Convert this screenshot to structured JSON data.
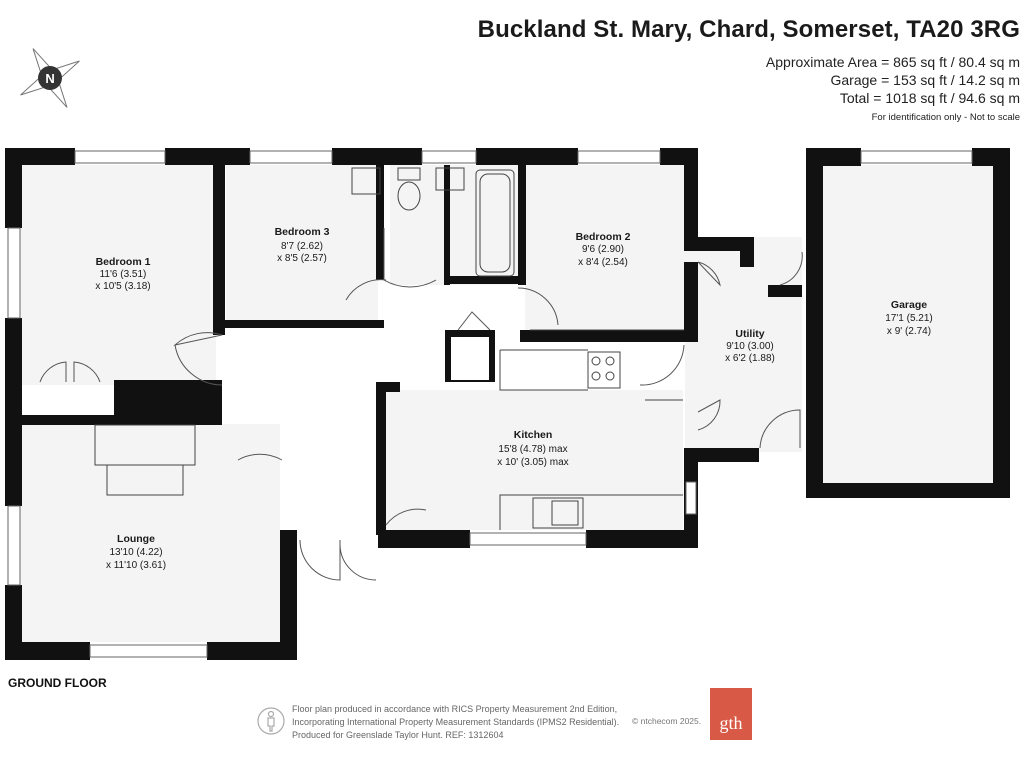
{
  "header": {
    "title": "Buckland St. Mary, Chard, Somerset, TA20 3RG",
    "approx_area": "Approximate Area = 865 sq ft / 80.4 sq m",
    "garage_area": "Garage = 153 sq ft / 14.2 sq m",
    "total_area": "Total = 1018 sq ft / 94.6 sq m",
    "disclaimer": "For identification only - Not to scale"
  },
  "compass": {
    "letter": "N"
  },
  "rooms": {
    "bedroom1": {
      "name": "Bedroom 1",
      "dim1": "11'6 (3.51)",
      "dim2": "x 10'5 (3.18)"
    },
    "bedroom3": {
      "name": "Bedroom 3",
      "dim1": "8'7 (2.62)",
      "dim2": "x 8'5 (2.57)"
    },
    "bedroom2": {
      "name": "Bedroom 2",
      "dim1": "9'6 (2.90)",
      "dim2": "x 8'4 (2.54)"
    },
    "utility": {
      "name": "Utility",
      "dim1": "9'10 (3.00)",
      "dim2": "x 6'2 (1.88)"
    },
    "garage": {
      "name": "Garage",
      "dim1": "17'1 (5.21)",
      "dim2": "x 9' (2.74)"
    },
    "kitchen": {
      "name": "Kitchen",
      "dim1": "15'8 (4.78) max",
      "dim2": "x 10' (3.05) max"
    },
    "lounge": {
      "name": "Lounge",
      "dim1": "13'10 (4.22)",
      "dim2": "x 11'10 (3.61)"
    }
  },
  "floor_label": "GROUND FLOOR",
  "footer": {
    "line1": "Floor plan produced in accordance with RICS Property Measurement 2nd Edition,",
    "line2": "Incorporating International Property Measurement Standards (IPMS2 Residential).",
    "line3": "Produced for Greenslade Taylor Hunt.   REF:  1312604",
    "credit": "© ntchecom 2025.",
    "logo_text": "gth"
  },
  "colors": {
    "wall": "#111111",
    "fixture": "#444444",
    "background": "#ffffff",
    "logo": "#d85a46"
  }
}
